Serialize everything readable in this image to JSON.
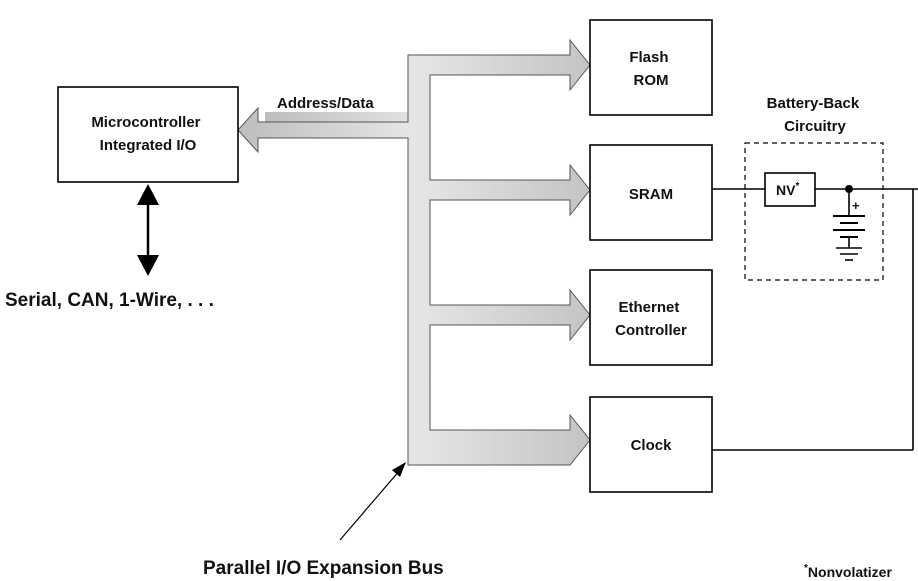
{
  "blocks": {
    "microcontroller": [
      "Microcontroller",
      "Integrated I/O"
    ],
    "flash": [
      "Flash",
      "ROM"
    ],
    "sram": [
      "SRAM"
    ],
    "ethernet": [
      "Ethernet",
      "Controller"
    ],
    "clock": [
      "Clock"
    ]
  },
  "battery": {
    "title": [
      "Battery-Back",
      "Circuitry"
    ],
    "nv_label": "NV",
    "nv_mark": "*",
    "plus": "+"
  },
  "labels": {
    "address_data": "Address/Data",
    "serial": "Serial, CAN, 1-Wire, . . .",
    "bus": "Parallel I/O Expansion Bus",
    "footnote_mark": "*",
    "footnote": "Nonvolatizer"
  }
}
